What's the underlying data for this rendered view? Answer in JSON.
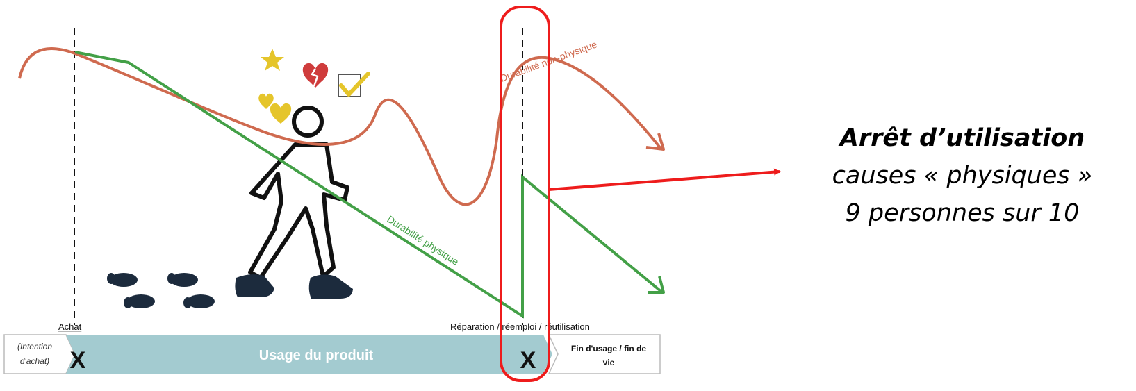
{
  "diagram": {
    "labels": {
      "purchase": "Achat",
      "repair": "Réparation / réemploi / réutilisation",
      "intention_line1": "(Intention",
      "intention_line2": "d'achat)",
      "usage": "Usage du produit",
      "end_line1": "Fin d'usage / fin de",
      "end_line2": "vie",
      "marker_x": "X",
      "curve_non_physical": "Durabilité non-physique",
      "curve_physical": "Durabilité physique"
    },
    "colors": {
      "non_physical": "#cf6a4f",
      "physical": "#43a047",
      "usage_bar": "#a3cbd0",
      "highlight": "#ee1c1c",
      "pointer": "#ee1c1c",
      "icon_gold": "#e5c52b",
      "icon_heart_red": "#cf3c3c"
    },
    "icons": [
      "star-icon",
      "broken-heart-icon",
      "checkbox-icon",
      "hearts-icon",
      "walking-person-icon",
      "footprints-icon"
    ]
  },
  "callout": {
    "title": "Arrêt d’utilisation",
    "line2": "causes « physiques »",
    "line3": "9 personnes sur 10"
  }
}
